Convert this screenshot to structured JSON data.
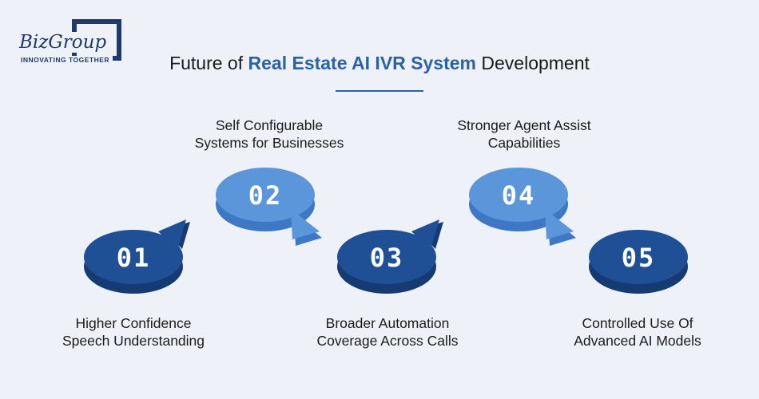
{
  "logo": {
    "name": "BizGroup",
    "tagline": "INNOVATING TOGETHER"
  },
  "title": {
    "prefix": "Future of ",
    "highlight": "Real Estate AI IVR System",
    "suffix": " Development"
  },
  "colors": {
    "dark": "#1f4f94",
    "light": "#5b95da",
    "accent": "#2a62a8"
  },
  "steps": [
    {
      "number": "01",
      "label_line1": "Higher Confidence",
      "label_line2": "Speech Understanding"
    },
    {
      "number": "02",
      "label_line1": "Self Configurable",
      "label_line2": "Systems for Businesses"
    },
    {
      "number": "03",
      "label_line1": "Broader Automation",
      "label_line2": "Coverage Across Calls"
    },
    {
      "number": "04",
      "label_line1": "Stronger Agent Assist",
      "label_line2": "Capabilities"
    },
    {
      "number": "05",
      "label_line1": "Controlled Use Of",
      "label_line2": "Advanced AI Models"
    }
  ]
}
